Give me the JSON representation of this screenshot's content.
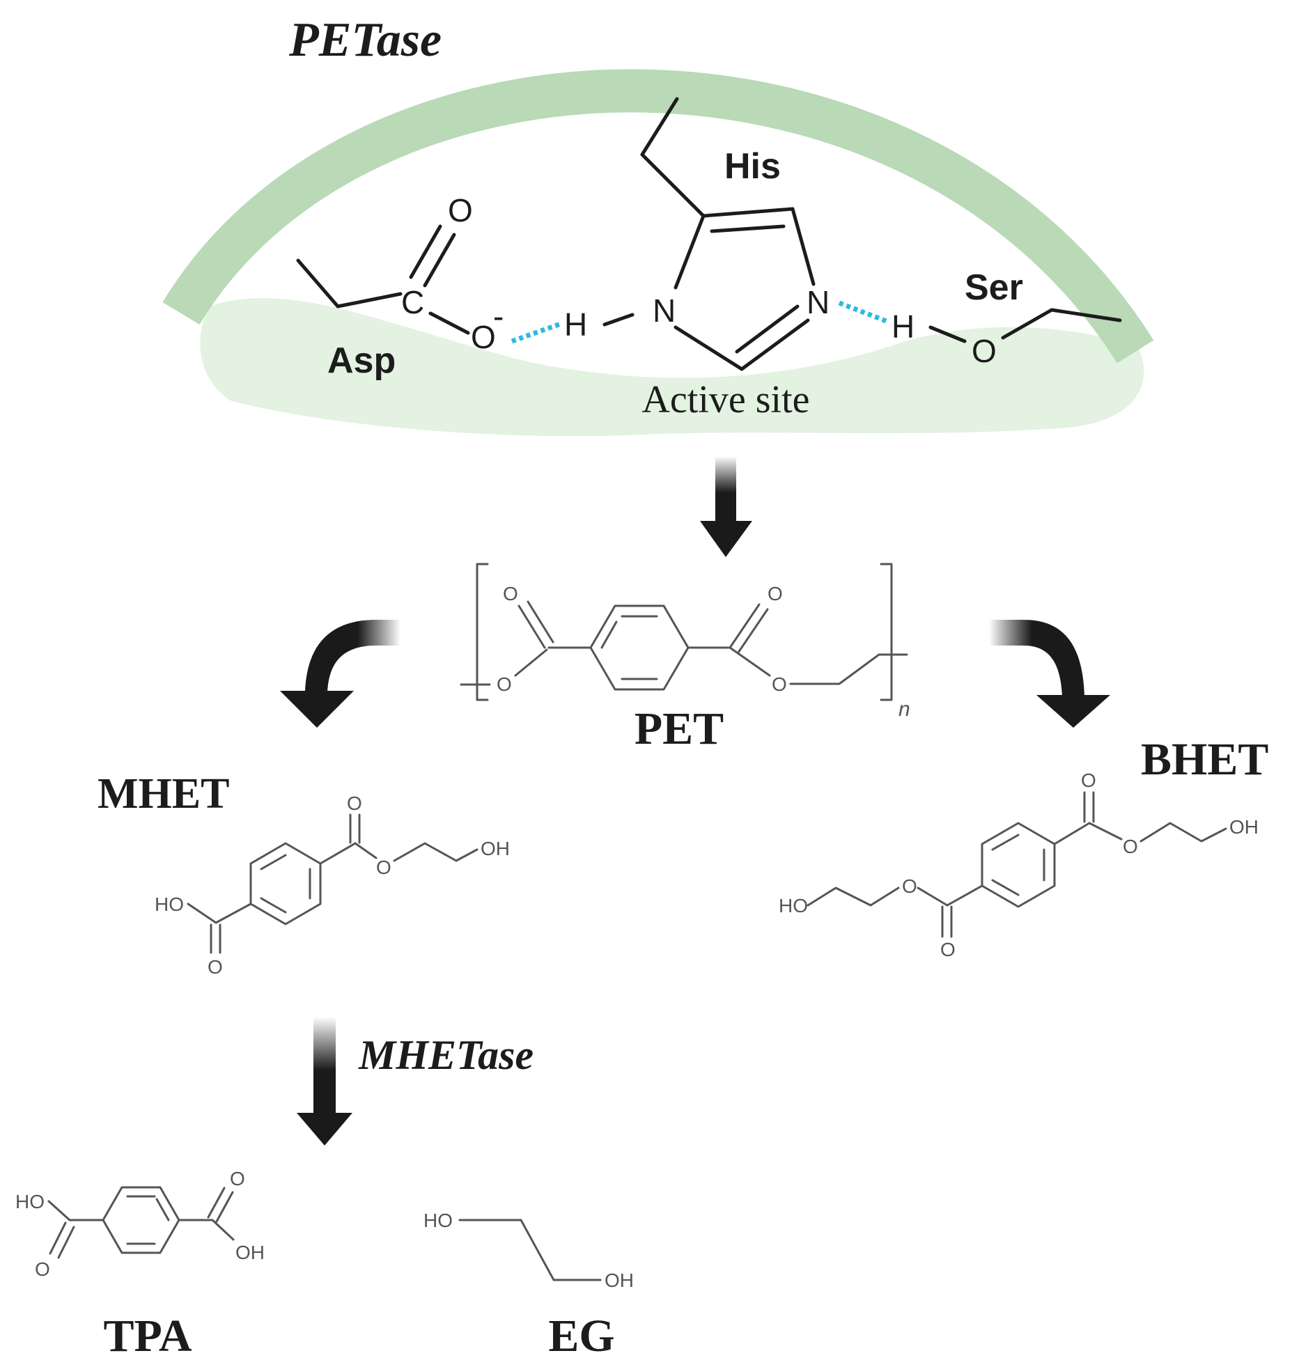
{
  "enzyme": {
    "name": "PETase",
    "active_site_label": "Active site",
    "residues": {
      "asp": "Asp",
      "his": "His",
      "ser": "Ser"
    },
    "atoms": {
      "oxygen": "O",
      "carbon": "C",
      "nitrogen": "N",
      "hydrogen": "H",
      "charge": "-"
    }
  },
  "molecules": {
    "pet": {
      "label": "PET",
      "repeat": "n",
      "oxygen": "O"
    },
    "mhet": {
      "label": "MHET",
      "hydroxyl": "OH",
      "hydroxyl_left": "HO",
      "oxygen": "O"
    },
    "bhet": {
      "label": "BHET",
      "hydroxyl": "OH",
      "hydroxyl_left": "HO",
      "oxygen": "O"
    },
    "tpa": {
      "label": "TPA",
      "hydroxyl": "OH",
      "hydroxyl_left": "HO",
      "oxygen": "O"
    },
    "eg": {
      "label": "EG",
      "hydroxyl": "OH",
      "hydroxyl_left": "HO"
    }
  },
  "second_enzyme": {
    "name": "MHETase"
  },
  "colors": {
    "pocket_band": "#b9d9b7",
    "pocket_fill": "#e3f2e1",
    "hydrogen_bond": "#2fb8e0",
    "arrow": "#1a1a1a"
  }
}
